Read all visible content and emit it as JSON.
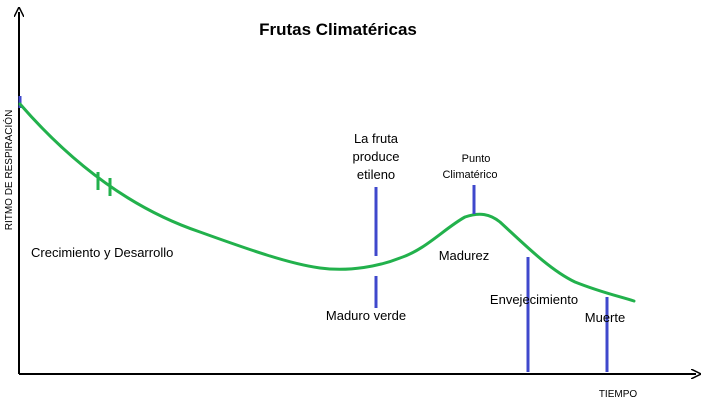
{
  "title": "Frutas Climatéricas",
  "axes": {
    "ylabel": "RITMO DE RESPIRACIÓN",
    "xlabel": "TIEMPO"
  },
  "annotations": {
    "growth": "Crecimiento y Desarrollo",
    "ethylene_line1": "La fruta",
    "ethylene_line2": "produce",
    "ethylene_line3": "etileno",
    "climacteric_line1": "Punto",
    "climacteric_line2": "Climatérico",
    "green_mature": "Maduro verde",
    "ripening": "Madurez",
    "aging": "Envejecimiento",
    "death": "Muerte"
  },
  "colors": {
    "curve": "#22b14c",
    "markers": "#3f48cc",
    "axes": "#000000"
  }
}
